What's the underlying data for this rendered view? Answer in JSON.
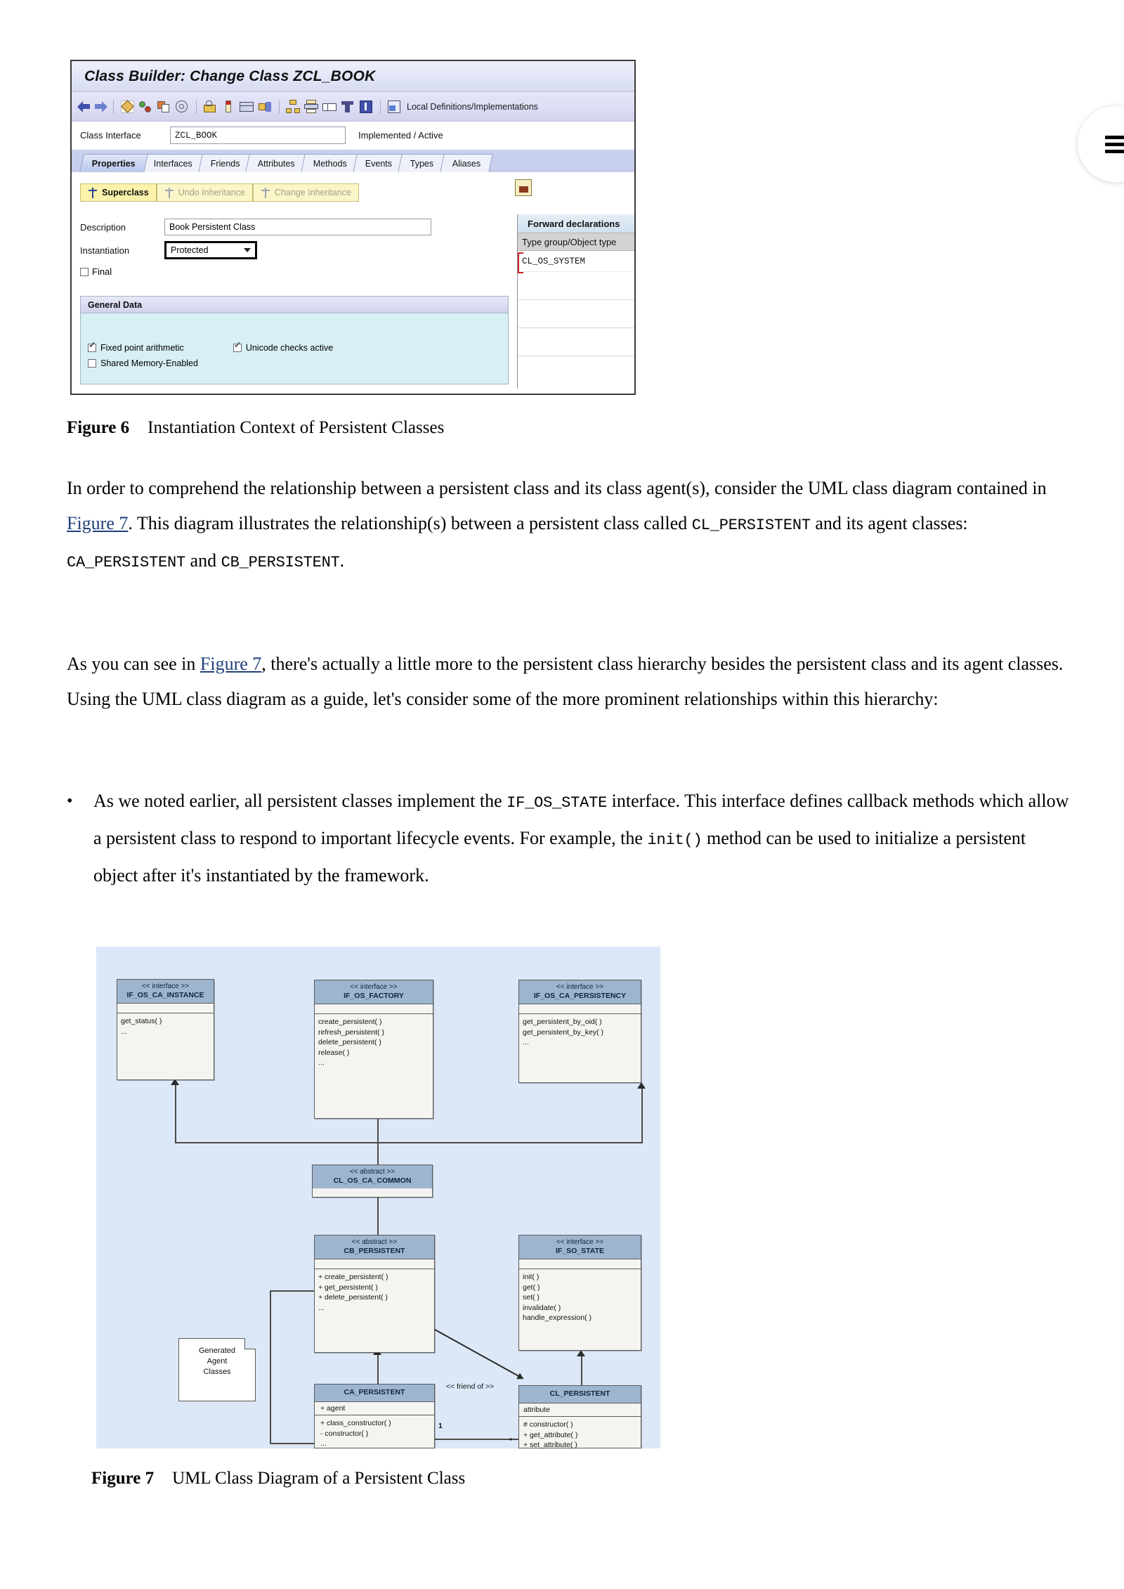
{
  "figure6": {
    "window_title": "Class Builder: Change Class ZCL_BOOK",
    "toolbar": {
      "icons": [
        "back-arrow-icon",
        "forward-arrow-icon",
        "pencil-edit-icon",
        "class-display-icon",
        "copy-icon",
        "at-sign-icon",
        "lock-icon",
        "key-icon",
        "table-icon",
        "expand-icon",
        "hierarchy-icon",
        "print-preview-icon",
        "columns-icon",
        "filter-icon",
        "info-icon",
        "local-definitions-icon"
      ],
      "local_definitions_label": "Local Definitions/Implementations"
    },
    "class_interface_label": "Class Interface",
    "class_interface_value": "ZCL_BOOK",
    "status": "Implemented / Active",
    "tabs": [
      {
        "label": "Properties",
        "active": true
      },
      {
        "label": "Interfaces",
        "active": false
      },
      {
        "label": "Friends",
        "active": false
      },
      {
        "label": "Attributes",
        "active": false
      },
      {
        "label": "Methods",
        "active": false
      },
      {
        "label": "Events",
        "active": false
      },
      {
        "label": "Types",
        "active": false
      },
      {
        "label": "Aliases",
        "active": false
      }
    ],
    "inheritance": {
      "superclass_label": "Superclass",
      "undo_label": "Undo Inheritance",
      "change_label": "Change Inheritance"
    },
    "description_label": "Description",
    "description_value": "Book Persistent Class",
    "instantiation_label": "Instantiation",
    "instantiation_value": "Protected",
    "final_label": "Final",
    "final_checked": false,
    "general_data_title": "General Data",
    "fixed_point_label": "Fixed point arithmetic",
    "fixed_point_checked": true,
    "unicode_label": "Unicode checks active",
    "unicode_checked": true,
    "shared_memory_label": "Shared Memory-Enabled",
    "shared_memory_checked": false,
    "forward": {
      "title": "Forward declarations",
      "column": "Type group/Object type",
      "rows": [
        "CL_OS_SYSTEM"
      ]
    }
  },
  "captions": {
    "fig6_num": "Figure 6",
    "fig6_text": "Instantiation Context of Persistent Classes",
    "fig7_num": "Figure 7",
    "fig7_text": "UML Class Diagram of a Persistent Class"
  },
  "body": {
    "p1_a": "In order to comprehend the relationship between a persistent class and its class agent(s), consider the UML class diagram contained in ",
    "p1_link": "Figure 7",
    "p1_b": ". This diagram illustrates the relationship(s) between a persistent class called ",
    "p1_code1": "CL_PERSISTENT",
    "p1_c": " and its agent classes: ",
    "p1_code2": "CA_PERSISTENT",
    "p1_d": " and ",
    "p1_code3": "CB_PERSISTENT",
    "p1_e": ".",
    "p2_a": "As you can see in ",
    "p2_link": "Figure 7",
    "p2_b": ", there's actually a little more to the persistent class hierarchy besides the persistent class and its agent classes. Using the UML class diagram as a guide, let's consider some of the more prominent relationships within this hierarchy:",
    "b1_a": "As we noted earlier, all persistent classes implement the ",
    "b1_code1": "IF_OS_STATE",
    "b1_b": " interface. This interface defines callback methods which allow a persistent class to respond to important lifecycle events. For example, the ",
    "b1_code2": "init()",
    "b1_c": " method can be used to initialize a persistent object after it's instantiated by the framework."
  },
  "uml": {
    "note": "Generated\nAgent\nClasses",
    "friend_label": "<< friend of >>",
    "mult_one": "1",
    "mult_star": "*",
    "boxes": {
      "if_os_ca_instance": {
        "stereotype": "<< interface >>",
        "name": "IF_OS_CA_INSTANCE",
        "attributes": "",
        "operations": [
          "get_status( )",
          "..."
        ]
      },
      "if_os_factory": {
        "stereotype": "<< interface >>",
        "name": "IF_OS_FACTORY",
        "attributes": "",
        "operations": [
          "create_persistent( )",
          "refresh_persistent( )",
          "delete_persistent( )",
          "release( )",
          "..."
        ]
      },
      "if_os_ca_persistency": {
        "stereotype": "<< interface >>",
        "name": "IF_OS_CA_PERSISTENCY",
        "attributes": "",
        "operations": [
          "get_persistent_by_oid( )",
          "get_persistent_by_key( )",
          "..."
        ]
      },
      "cl_os_ca_common": {
        "stereotype": "<< abstract >>",
        "name": "CL_OS_CA_COMMON"
      },
      "cb_persistent": {
        "stereotype": "<< abstract >>",
        "name": "CB_PERSISTENT",
        "attributes": "",
        "operations": [
          "+ create_persistent( )",
          "+ get_persistent( )",
          "+ delete_persistent( )",
          "..."
        ]
      },
      "if_so_state": {
        "stereotype": "<< interface >>",
        "name": "IF_SO_STATE",
        "attributes": "",
        "operations": [
          "init( )",
          "get( )",
          "set( )",
          "invalidate( )",
          "handle_expression( )"
        ]
      },
      "ca_persistent": {
        "stereotype": "",
        "name": "CA_PERSISTENT",
        "attributes": "+ agent",
        "operations": [
          "+ class_constructor( )",
          "- constructor( )",
          "..."
        ]
      },
      "cl_persistent": {
        "stereotype": "",
        "name": "CL_PERSISTENT",
        "attributes": "attribute",
        "operations": [
          "# constructor( )",
          "+ get_attribute( )",
          "+ set_attribute( )"
        ]
      }
    }
  },
  "fab": {
    "icon": "hamburger-menu-icon"
  },
  "colors": {
    "uml_background": "#dce8f7",
    "uml_header": "#9db5cf",
    "uml_body": "#f4f4f0",
    "link": "#1f3f7a",
    "sap_tab_bar": "#c8d0ee",
    "sap_yellow": "#fbf3ab",
    "sap_general_data": "#d8f0f4"
  }
}
